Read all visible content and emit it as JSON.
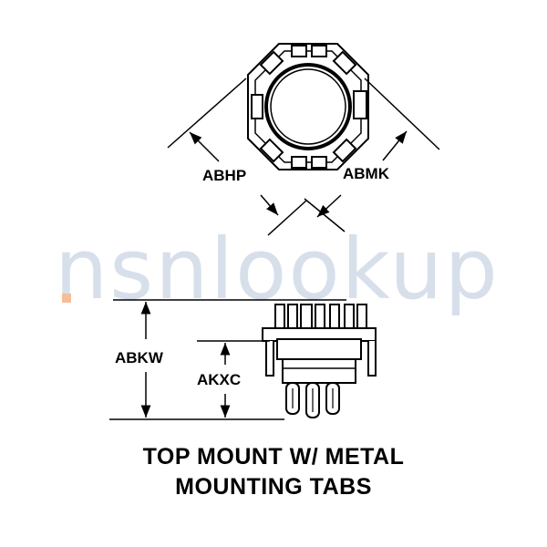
{
  "dimensions": {
    "abhp": "ABHP",
    "abmk": "ABMK",
    "abkw": "ABKW",
    "akxc": "AKXC"
  },
  "caption": {
    "line1": "TOP MOUNT W/ METAL",
    "line2": "MOUNTING TABS"
  },
  "watermark": "nsnlookup",
  "colors": {
    "ink": "#000000",
    "watermark": "#b8c7d9",
    "watermark_dot": "#f08a45"
  }
}
